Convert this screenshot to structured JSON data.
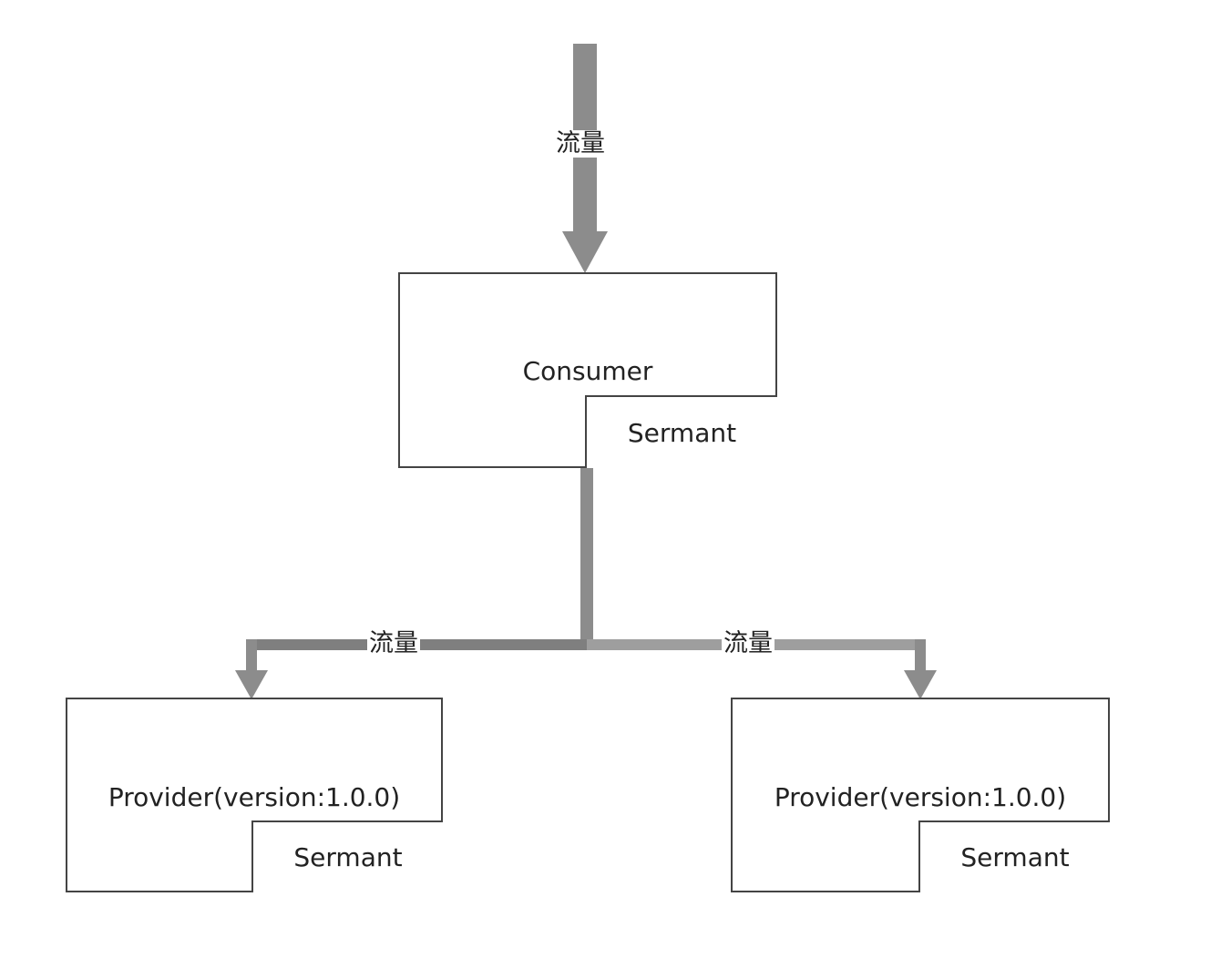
{
  "diagram": {
    "flow_label": "流量",
    "consumer": {
      "title": "Consumer",
      "agent": "Sermant"
    },
    "providers": [
      {
        "title": "Provider(version:1.0.0)",
        "agent": "Sermant"
      },
      {
        "title": "Provider(version:1.0.0)",
        "agent": "Sermant"
      }
    ]
  },
  "colors": {
    "arrow": "#8c8c8c",
    "border": "#444444"
  }
}
